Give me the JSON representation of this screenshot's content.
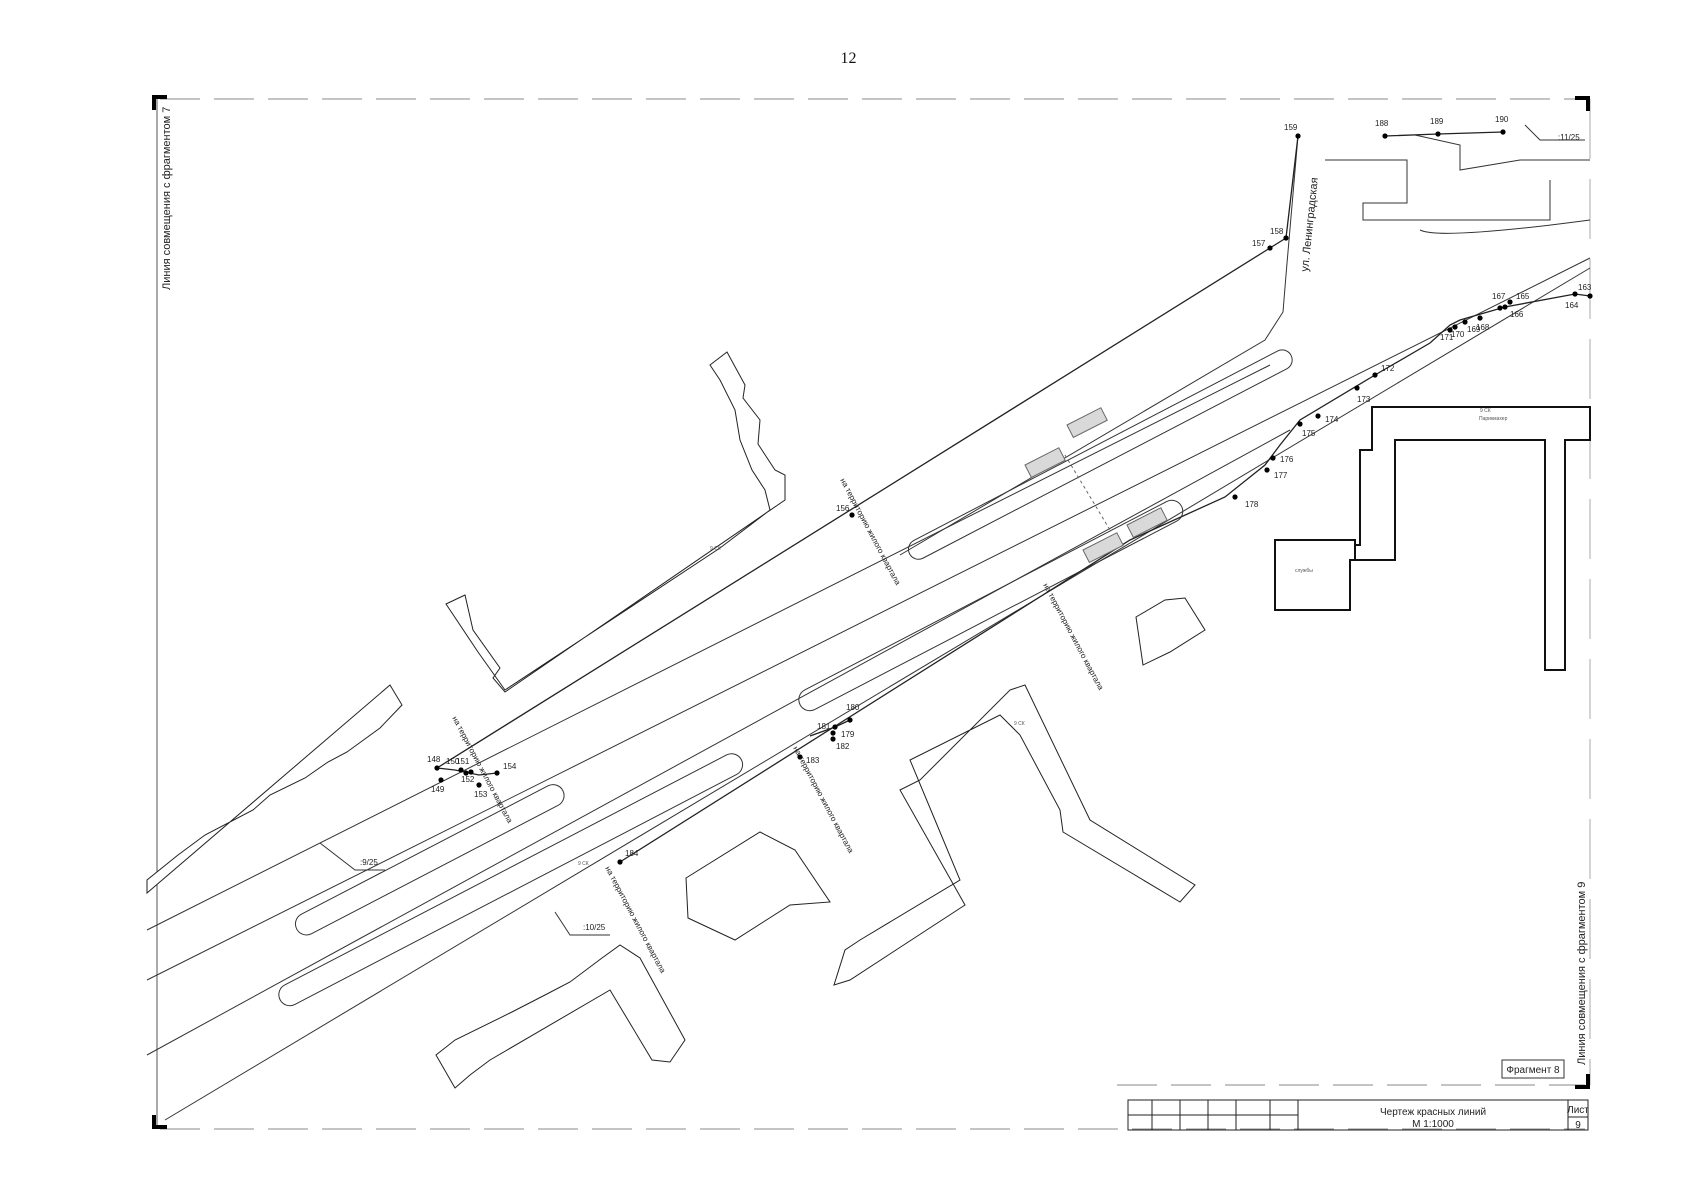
{
  "page": {
    "number": "12"
  },
  "sheet": {
    "left_edge_label": "Линия совмещения с фрагментом 7",
    "right_edge_label": "Линия совмещения с фрагментом 9",
    "fragment_label": "Фрагмент 8",
    "stamp": {
      "title_line1": "Чертеж красных линий",
      "title_line2": "М 1:1000",
      "sheet_header": "Лист",
      "sheet_value": "9"
    }
  },
  "map": {
    "street_name": "ул. Ленинградская",
    "sheet_refs": [
      ":11/25",
      ":9/25",
      ":10/25"
    ],
    "annotations": [
      "на территорию жилого квартала"
    ],
    "building_labels": {
      "floors_code": "9 СК",
      "shop": "Парикмахер",
      "service": "службы"
    },
    "points": [
      "148",
      "149",
      "150",
      "151",
      "152",
      "153",
      "154",
      "156",
      "157",
      "158",
      "159",
      "164",
      "165",
      "166",
      "167",
      "168",
      "169",
      "170",
      "171",
      "172",
      "173",
      "174",
      "175",
      "176",
      "177",
      "178",
      "179",
      "180",
      "181",
      "182",
      "183",
      "184",
      "188",
      "189",
      "190",
      "163"
    ]
  }
}
